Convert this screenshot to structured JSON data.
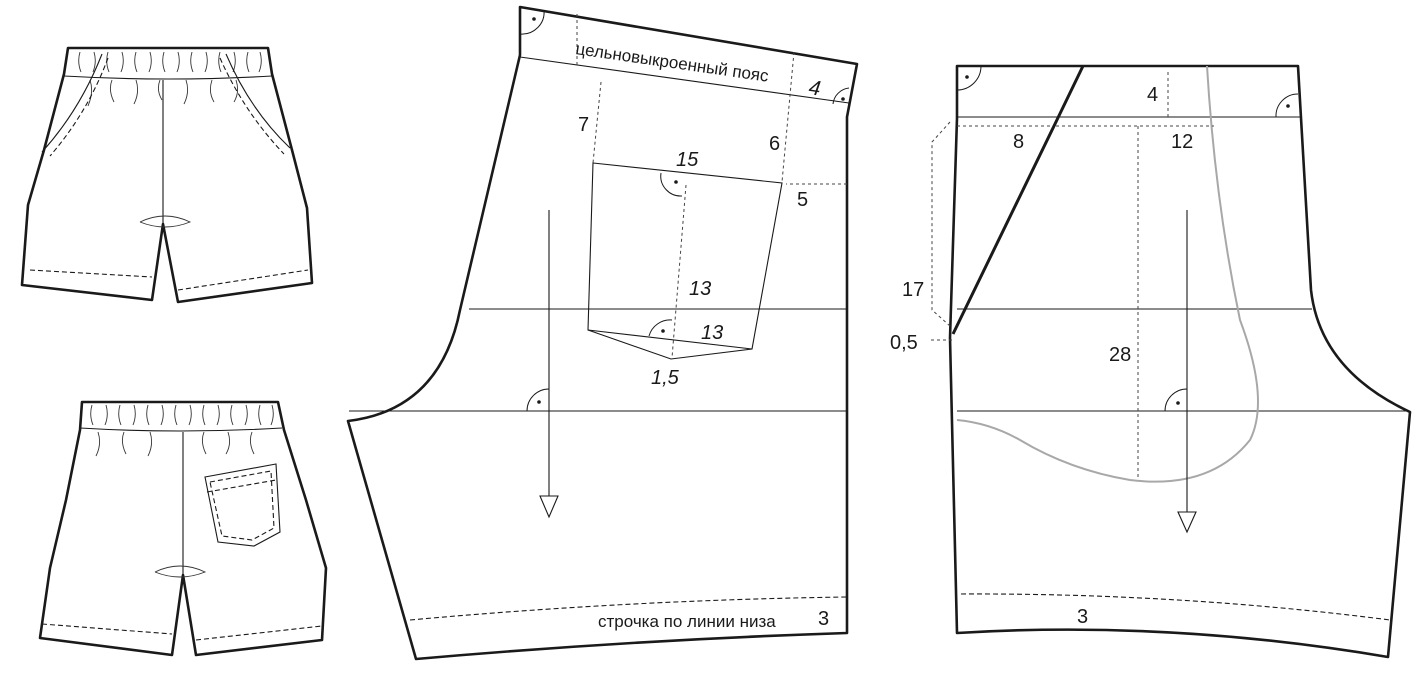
{
  "labels": {
    "waistband": "цельновыкроенный пояс",
    "waistband_value": "4",
    "hem_stitch": "строчка по линии низа",
    "hem_value": "3",
    "back_dim_7": "7",
    "back_dim_6": "6",
    "back_dim_5": "5",
    "pocket_top": "15",
    "pocket_height": "13",
    "pocket_bottom": "13",
    "pocket_point": "1,5",
    "front_dim_4": "4",
    "front_dim_8": "8",
    "front_dim_12": "12",
    "front_dim_17": "17",
    "front_dim_05": "0,5",
    "front_dim_28": "28",
    "front_hem": "3"
  },
  "colors": {
    "line": "#1a1a1a",
    "guide": "#a8a8a8"
  }
}
